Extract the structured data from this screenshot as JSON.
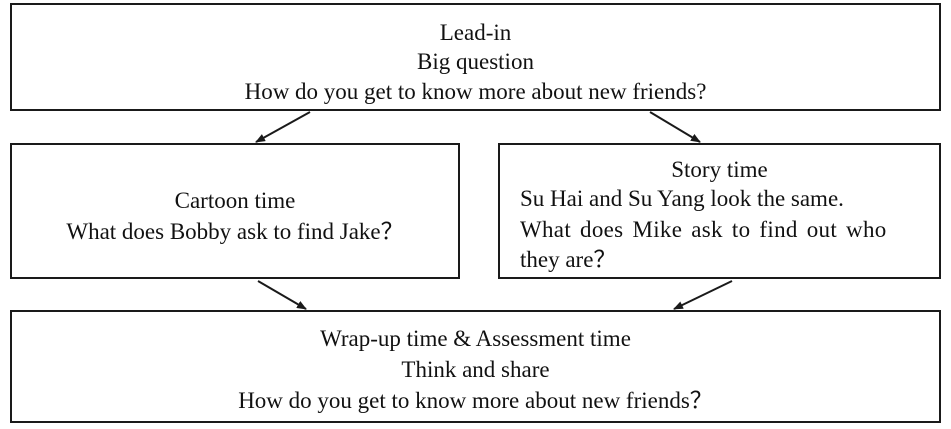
{
  "top_box": {
    "lines": [
      "Lead-in",
      "Big question",
      "How do you get to know more about new friends?"
    ]
  },
  "left_box": {
    "lines": [
      "Cartoon time",
      "What does Bobby ask to find Jake？"
    ]
  },
  "right_box": {
    "title": "Story time",
    "lines": [
      "Su Hai and Su Yang look the same.",
      "What does Mike ask to find out who",
      "they are？"
    ]
  },
  "bottom_box": {
    "lines": [
      "Wrap-up time & Assessment time",
      "Think and share",
      "How do you get to know more about new friends？"
    ]
  },
  "colors": {
    "border": "#1a1a1a",
    "text": "#111111",
    "background": "#ffffff"
  }
}
